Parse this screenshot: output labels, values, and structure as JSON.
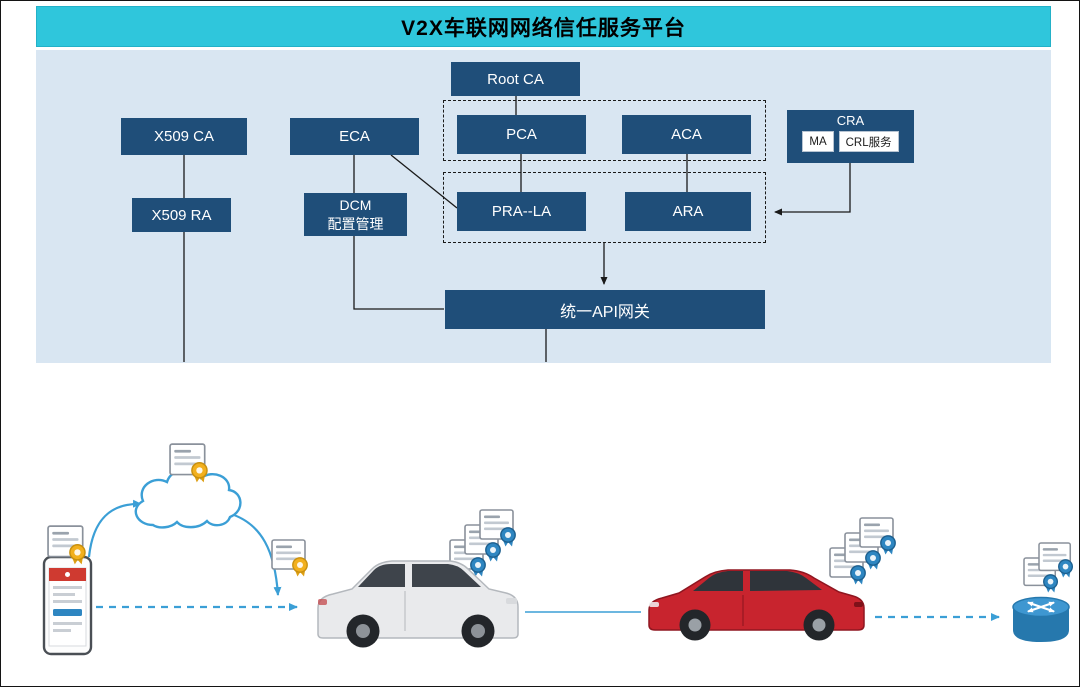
{
  "title": "V2X车联网网络信任服务平台",
  "platform": {
    "nodes": {
      "root_ca": "Root CA",
      "x509_ca": "X509 CA",
      "eca": "ECA",
      "pca": "PCA",
      "aca": "ACA",
      "cra": "CRA",
      "ma": "MA",
      "crl_service": "CRL服务",
      "x509_ra": "X509 RA",
      "dcm_line1": "DCM",
      "dcm_line2": "配置管理",
      "pra_la": "PRA--LA",
      "ara": "ARA",
      "api_gateway": "统一API网关"
    },
    "colors": {
      "header_bg": "#2fc6dc",
      "panel_bg": "#d9e6f2",
      "node_bg": "#1f4e79",
      "node_text": "#ffffff",
      "connector": "#1a1a1a",
      "flow_arrow_blue": "#3b9fd6",
      "cert_seal_gold": "#f2b01e",
      "cert_seal_blue": "#2e86c1",
      "red_car": "#c8242e"
    },
    "icons": [
      "certificate-icon",
      "cloud-icon",
      "smartphone-icon",
      "white-car-icon",
      "red-car-icon",
      "router-icon"
    ]
  }
}
